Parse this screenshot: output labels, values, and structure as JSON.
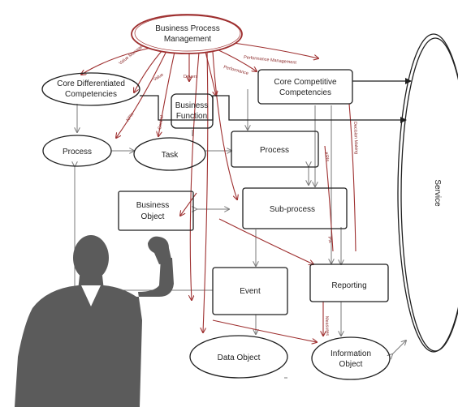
{
  "colors": {
    "ink": "#1f1f1f",
    "accent": "#9e2f2f",
    "silhouette": "#5b5b5b",
    "background": "#ffffff"
  },
  "nodes": {
    "bpm": [
      "Business Process",
      "Management"
    ],
    "core_diff": [
      "Core Differentiated",
      "Competencies"
    ],
    "core_comp": [
      "Core Competitive",
      "Competencies"
    ],
    "business_function": [
      "Business",
      "Function"
    ],
    "process_left": [
      "Process"
    ],
    "task": [
      "Task"
    ],
    "process_center": [
      "Process"
    ],
    "business_object": [
      "Business",
      "Object"
    ],
    "sub_process": [
      "Sub-process"
    ],
    "event": [
      "Event"
    ],
    "reporting": [
      "Reporting"
    ],
    "data_object": [
      "Data Object"
    ],
    "information_object": [
      "Information",
      "Object"
    ],
    "service": [
      "Service"
    ]
  },
  "edge_labels": {
    "value_management": "Value Management",
    "value": "Value",
    "drivers": "Drivers",
    "performance_management": "Performance Management",
    "performance": "Performance",
    "kpis": "KPIs",
    "control": "Control",
    "kpis_right": "KPIs",
    "decision_making": "Decision Making",
    "pis": "PIs",
    "measures": "Measures"
  },
  "icons": {
    "figure": "presenter-silhouette-icon"
  }
}
